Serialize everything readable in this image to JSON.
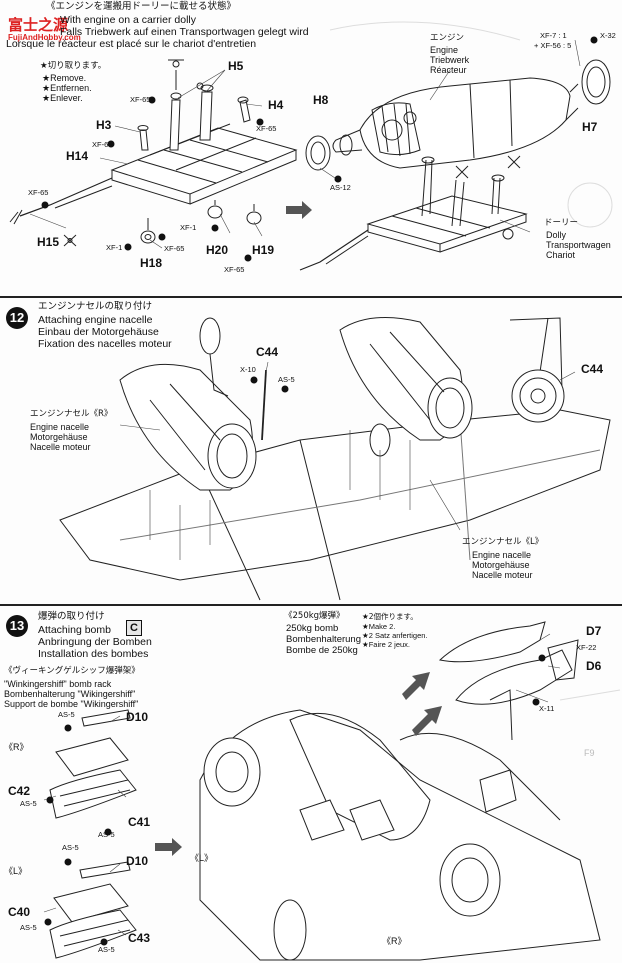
{
  "watermark": {
    "brand": "富士之源",
    "url": "FujiAndHobby.com"
  },
  "step11": {
    "title_jp": "《エンジンを運搬用ドーリーに載せる状態》",
    "title_en": "With engine on a carrier dolly",
    "title_de": "Falls Triebwerk auf einen Transportwagen gelegt wird",
    "title_fr": "Lorsque le réacteur est placé sur le chariot d'entretien",
    "remove_jp": "★切り取ります。",
    "remove_en": "★Remove.",
    "remove_de": "★Entfernen.",
    "remove_fr": "★Enlever.",
    "parts": [
      "H5",
      "H4",
      "H3",
      "H14",
      "H15",
      "H18",
      "H20",
      "H19",
      "H8",
      "H7"
    ],
    "paint_xf65": "XF-65",
    "paint_xf56": "XF-56",
    "paint_xf1": "XF-1",
    "paint_as12": "AS-12",
    "paint_x32": "X-32",
    "mix_line1": "XF-7 : 1",
    "mix_line2": "+ XF-56 : 5",
    "engine_jp": "エンジン",
    "engine_en": "Engine",
    "engine_de": "Triebwerk",
    "engine_fr": "Réacteur",
    "dolly_jp": "ドーリー",
    "dolly_en": "Dolly",
    "dolly_de": "Transportwagen",
    "dolly_fr": "Chariot"
  },
  "step12": {
    "number": "12",
    "title_jp": "エンジンナセルの取り付け",
    "title_en": "Attaching engine nacelle",
    "title_de": "Einbau der Motorgehäuse",
    "title_fr": "Fixation des nacelles moteur",
    "part_c44": "C44",
    "paint_x10": "X-10",
    "paint_as5": "AS-5",
    "nacelle_r_jp": "エンジンナセル《R》",
    "nacelle_l_jp": "エンジンナセル《L》",
    "nacelle_en": "Engine nacelle",
    "nacelle_de": "Motorgehäuse",
    "nacelle_fr": "Nacelle moteur"
  },
  "step13": {
    "number": "13",
    "letter": "C",
    "title_jp": "爆弾の取り付け",
    "title_en": "Attaching bomb",
    "title_de": "Anbringung der Bomben",
    "title_fr": "Installation des bombes",
    "rack_jp": "《ヴィーキングゲルシッフ爆弾架》",
    "rack_en": "\"Winkingershiff\" bomb rack",
    "rack_de": "Bombenhalterung \"Wikingershiff\"",
    "rack_fr": "Support de bombe \"Wikingershiff\"",
    "bomb_jp": "《250kg爆弾》",
    "bomb_en": "250kg bomb",
    "bomb_de": "Bombenhalterung",
    "bomb_fr": "Bombe de 250kg",
    "make2_jp": "★2個作ります。",
    "make2_en": "★Make 2.",
    "make2_de": "★2 Satz anfertigen.",
    "make2_fr": "★Faire 2 jeux.",
    "side_r": "《R》",
    "side_l": "《L》",
    "paint_as5": "AS-5",
    "paint_xf22": "XF-22",
    "paint_x11": "X-11",
    "part_d7": "D7",
    "part_d6": "D6",
    "part_d10": "D10",
    "part_c42": "C42",
    "part_c41": "C41",
    "part_c40": "C40",
    "part_c43": "C43"
  },
  "bg_ghost": {
    "label_f9": "F9"
  }
}
